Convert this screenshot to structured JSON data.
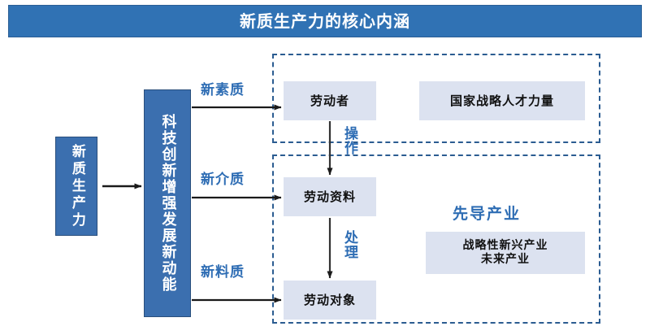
{
  "title": {
    "text": "新质生产力的核心内涵"
  },
  "boxes": {
    "core": "新质生产力",
    "driver": "科技创新增强发展新动能"
  },
  "arrow_labels": {
    "new_quality": "新素质",
    "new_medium": "新介质",
    "new_material": "新料质",
    "operate": "操作",
    "process": "处理"
  },
  "upper_group": {
    "worker": "劳动者",
    "talent": "国家战略人才力量"
  },
  "lower_group": {
    "material": "劳动资料",
    "object": "劳动对象",
    "pilot_heading": "先导产业",
    "pilot_items": "战略性新兴产业\n未来产业"
  },
  "colors": {
    "title_bar": "#3072B4",
    "solid_box": "#3B6FAF",
    "light_panel": "#DCE2F0",
    "accent_text": "#2E6DB4",
    "dashed_border": "#2B5C91",
    "arrow": "#1A1A1A"
  }
}
